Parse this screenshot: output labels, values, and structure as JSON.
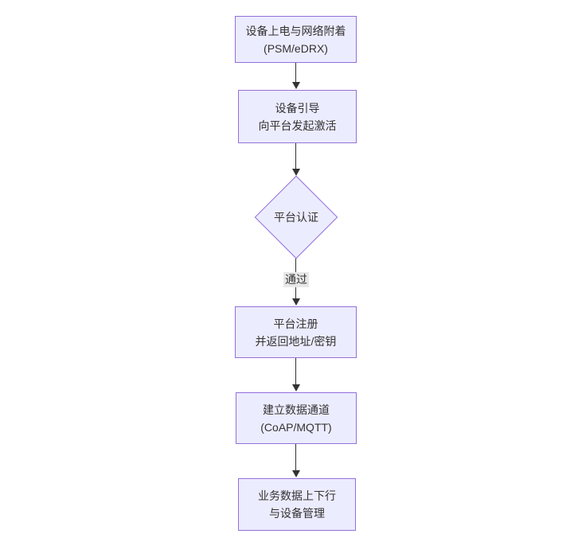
{
  "diagram": {
    "type": "flowchart-top-down",
    "colors": {
      "background": "#ffffff",
      "node_fill": "#ECECFF",
      "node_border": "#9370DB",
      "text_color": "#333333",
      "edge_color": "#333333",
      "edge_label_bg": "#e8e8e8"
    },
    "nodes": [
      {
        "id": "power-network-attach",
        "shape": "rect",
        "line1": "设备上电与网络附着",
        "line2": "(PSM/eDRX)"
      },
      {
        "id": "device-bootstrap",
        "shape": "rect",
        "line1": "设备引导",
        "line2": "向平台发起激活"
      },
      {
        "id": "platform-auth",
        "shape": "diamond",
        "line1": "平台认证",
        "line2": ""
      },
      {
        "id": "platform-register",
        "shape": "rect",
        "line1": "平台注册",
        "line2": "并返回地址/密钥"
      },
      {
        "id": "data-channel",
        "shape": "rect",
        "line1": "建立数据通道",
        "line2": "(CoAP/MQTT)"
      },
      {
        "id": "business-data",
        "shape": "rect",
        "line1": "业务数据上下行",
        "line2": "与设备管理"
      }
    ],
    "edges": [
      {
        "from": "power-network-attach",
        "to": "device-bootstrap",
        "label": ""
      },
      {
        "from": "device-bootstrap",
        "to": "platform-auth",
        "label": ""
      },
      {
        "from": "platform-auth",
        "to": "platform-register",
        "label": "通过"
      },
      {
        "from": "platform-register",
        "to": "data-channel",
        "label": ""
      },
      {
        "from": "data-channel",
        "to": "business-data",
        "label": ""
      }
    ],
    "edge_label": "通过"
  }
}
